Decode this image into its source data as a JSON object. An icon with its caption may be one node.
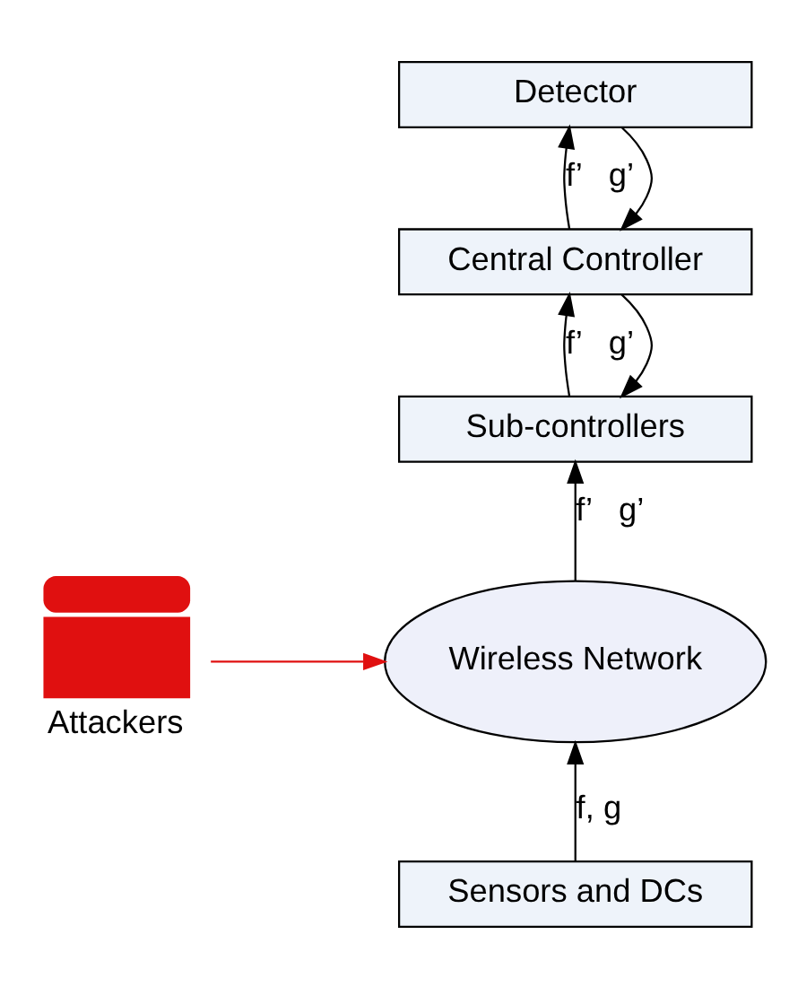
{
  "diagram": {
    "nodes": [
      {
        "text": [
          "Detector"
        ]
      },
      {
        "text": [
          "Central Controller"
        ]
      },
      {
        "text": [
          "Sub-controllers"
        ]
      },
      {
        "text": [
          "Wireless Network"
        ]
      },
      {
        "text": [],
        "shape": "person",
        "beside": [
          "Attackers"
        ]
      },
      {
        "text": [
          "Sensors and DCs"
        ]
      }
    ],
    "edges": [
      {
        "from": 1,
        "to": 0,
        "arrow": "to",
        "label": "f’   g’"
      },
      {
        "from": 0,
        "to": 1,
        "arrow": "to"
      },
      {
        "from": 2,
        "to": 1,
        "arrow": "to",
        "label": "f’   g’"
      },
      {
        "from": 1,
        "to": 2,
        "arrow": "to"
      },
      {
        "from": 3,
        "to": 2,
        "arrow": "to",
        "label": "f’   g’"
      },
      {
        "from": 4,
        "to": 3,
        "arrow": "to",
        "color": "#e01010"
      },
      {
        "from": 5,
        "to": 3,
        "arrow": "to",
        "label": "f, g"
      }
    ]
  }
}
